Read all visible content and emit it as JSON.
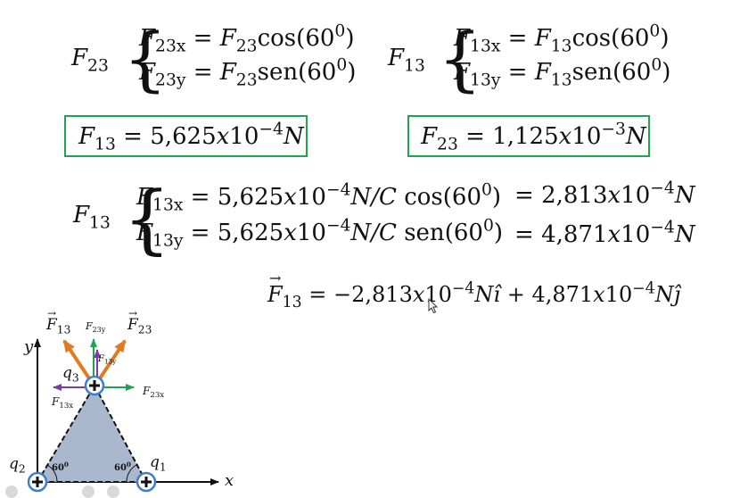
{
  "top_left": {
    "label": "F",
    "label_sub": "23",
    "line1": {
      "lhs_sub": "23x",
      "rhs_sub": "23",
      "func": "cos",
      "angle": "60",
      "angle_sup": "0"
    },
    "line2": {
      "lhs_sub": "23y",
      "rhs_sub": "23",
      "func": "sen",
      "angle": "60",
      "angle_sup": "0"
    }
  },
  "top_right": {
    "label": "F",
    "label_sub": "13",
    "line1": {
      "lhs_sub": "13x",
      "rhs_sub": "13",
      "func": "cos",
      "angle": "60",
      "angle_sup": "0"
    },
    "line2": {
      "lhs_sub": "13y",
      "rhs_sub": "13",
      "func": "sen",
      "angle": "60",
      "angle_sup": "0"
    }
  },
  "box_left": {
    "sub": "13",
    "value": "5,625",
    "exp": "−4",
    "unit": "N"
  },
  "box_right": {
    "sub": "23",
    "value": "1,125",
    "exp": "−3",
    "unit": "N"
  },
  "components": {
    "label_sub": "13",
    "line1": {
      "lhs_sub": "13x",
      "value": "5,625",
      "exp": "−4",
      "unit": "N/C",
      "func": "cos",
      "angle": "60",
      "angle_sup": "0",
      "result": "2,813",
      "result_exp": "−4",
      "result_unit": "N"
    },
    "line2": {
      "lhs_sub": "13y",
      "value": "5,625",
      "exp": "−4",
      "unit": "N/C",
      "func": "sen",
      "angle": "60",
      "angle_sup": "0",
      "result": "4,871",
      "result_exp": "−4",
      "result_unit": "N"
    }
  },
  "vector": {
    "sub": "13",
    "x_value": "−2,813",
    "x_exp": "−4",
    "y_value": "4,871",
    "y_exp": "−4",
    "i_hat": "ı̂",
    "j_hat": "ȷ̂"
  },
  "diagram": {
    "axis_x": "x",
    "axis_y": "y",
    "q1": "q",
    "q1_sub": "1",
    "q2": "q",
    "q2_sub": "2",
    "q3": "q",
    "q3_sub": "3",
    "f13": "F",
    "f13_sub": "13",
    "f23": "F",
    "f23_sub": "23",
    "f23y": "F",
    "f23y_sub": "23y",
    "f13y": "F",
    "f13y_sub": "13y",
    "f23x": "F",
    "f23x_sub": "23x",
    "f13x": "F",
    "f13x_sub": "13x",
    "angle_left": "60",
    "angle_right": "60",
    "angle_sup": "0",
    "colors": {
      "orange": "#e07b22",
      "green": "#22a353",
      "purple": "#7a3fa0",
      "triangle": "#a9b8cc",
      "charge": "#3d7fc9"
    }
  }
}
